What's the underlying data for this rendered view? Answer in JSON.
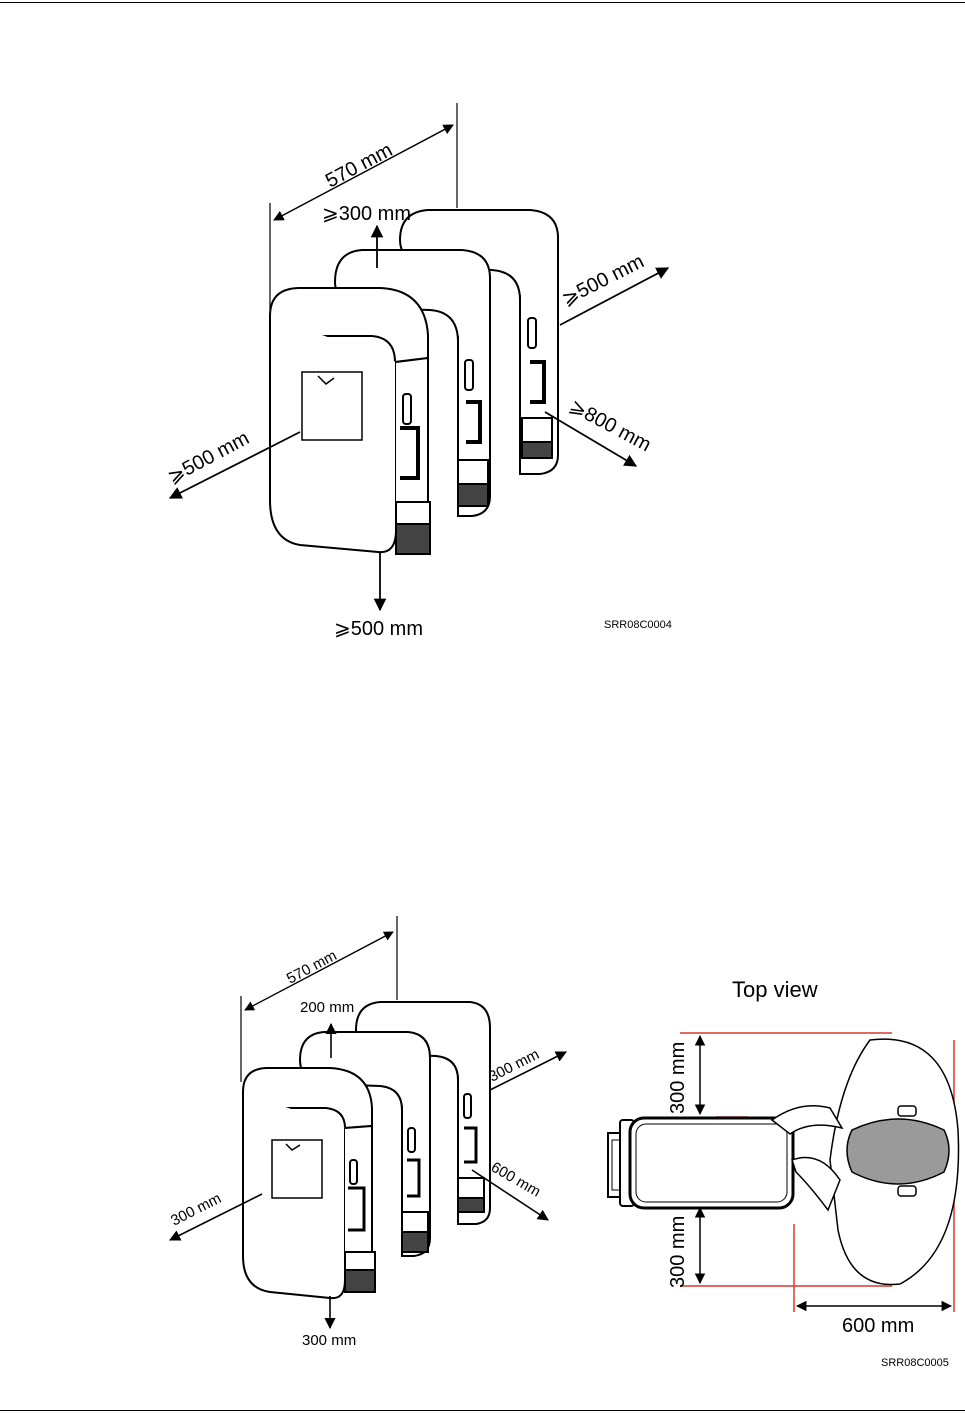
{
  "figure1": {
    "width_label": "570 mm",
    "top_clearance": "⩾300 mm",
    "right_clearance": "⩾500 mm",
    "front_clearance": "⩾800 mm",
    "left_clearance": "⩾500 mm",
    "bottom_clearance": "⩾500 mm",
    "code": "SRR08C0004"
  },
  "figure2": {
    "width_label": "570 mm",
    "top_clearance": "200 mm",
    "right_clearance": "300 mm",
    "front_clearance": "600 mm",
    "left_clearance": "300 mm",
    "bottom_clearance": "300 mm",
    "code": "SRR08C0005"
  },
  "top_view": {
    "title": "Top view",
    "upper_dim": "300 mm",
    "lower_dim": "300 mm",
    "front_dim": "600 mm"
  },
  "colors": {
    "line": "#000000",
    "guide": "#d83a2a",
    "head": "#9a9a9a"
  }
}
